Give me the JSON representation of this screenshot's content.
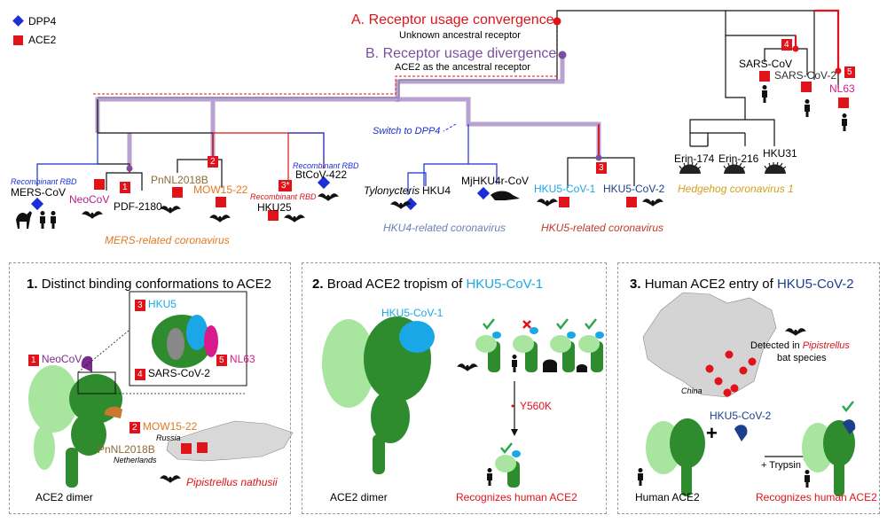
{
  "legend": {
    "dpp4": "DPP4",
    "ace2": "ACE2"
  },
  "colors": {
    "red": "#e0131a",
    "purple": "#7b4fa0",
    "blue": "#1a2fd6",
    "bat_dark": "#111111",
    "green_dark": "#2e8b2e",
    "green_light": "#a8e6a0",
    "hku5_cov1": "#1aa7e8",
    "hku5_cov2": "#1b3f8c",
    "mers_clade": "#e07a20",
    "hku4_clade": "#6a7fb5",
    "hku5_clade": "#c0392b",
    "hedgehog": "#d4a017",
    "neocov": "#b8218a",
    "nl63": "#d81b8c",
    "mow": "#e07a20",
    "pnnl": "#8c6a3a"
  },
  "tree": {
    "convergence_label": "A. Receptor usage convergence",
    "convergence_sub": "Unknown ancestral receptor",
    "divergence_label": "B. Receptor usage divergence",
    "divergence_sub": "ACE2 as the ancestral receptor",
    "switch_label": "Switch to DPP4",
    "recomb1": "Recombinant RBD",
    "recomb2": "Recombinant RBD",
    "recomb3": "Recombinant RBD",
    "tips": {
      "mers": "MERS-CoV",
      "neocov": "NeoCoV",
      "pdf": "PDF-2180",
      "pnnl": "PnNL2018B",
      "mow": "MOW15-22",
      "hku25": "HKU25",
      "btcov": "BtCoV-422",
      "tylo": "Tylonycteris",
      "hku4": "HKU4",
      "mjhku4r": "MjHKU4r-CoV",
      "hku5c1": "HKU5-CoV-1",
      "hku5c2": "HKU5-CoV-2",
      "erin174": "Erin-174",
      "erin216": "Erin-216",
      "hku31": "HKU31",
      "sars": "SARS-CoV",
      "sars2": "SARS-CoV-2",
      "nl63": "NL63"
    },
    "badges": {
      "b1": "1",
      "b2": "2",
      "b3": "3",
      "b3s": "3*",
      "b4": "4",
      "b5": "5"
    },
    "clades": {
      "mers": "MERS-related coronavirus",
      "hku4": "HKU4-related coronavirus",
      "hku5": "HKU5-related coronavirus",
      "hedgehog": "Hedgehog coronavirus 1"
    }
  },
  "panel1": {
    "num": "1.",
    "title": "Distinct binding conformations to ACE2",
    "b3": "3",
    "hku5": "HKU5",
    "b4": "4",
    "sars2": "SARS-CoV-2",
    "b5": "5",
    "nl63": "NL63",
    "b1": "1",
    "neocov": "NeoCoV",
    "b2": "2",
    "mow": "MOW15-22",
    "russia": "Russia",
    "pnnl": "PnNL2018B",
    "netherlands": "Netherlands",
    "bat": "Pipistrellus nathusii",
    "dimer": "ACE2 dimer"
  },
  "panel2": {
    "num": "2.",
    "title_pre": "Broad ACE2 tropism of ",
    "title_virus": "HKU5-CoV-1",
    "virus_label": "HKU5-CoV-1",
    "mutation": "Y560K",
    "dimer": "ACE2 dimer",
    "recognizes": "Recognizes human ACE2"
  },
  "panel3": {
    "num": "3.",
    "title_pre": "Human ACE2 entry of ",
    "title_virus": "HKU5-CoV-2",
    "detected_pre": "Detected in ",
    "detected_bat": "Pipistrellus",
    "detected_post": "bat species",
    "china": "China",
    "virus_label": "HKU5-CoV-2",
    "plus": "+",
    "trypsin": "+ Trypsin",
    "human_ace2": "Human ACE2",
    "recognizes": "Recognizes human ACE2"
  }
}
